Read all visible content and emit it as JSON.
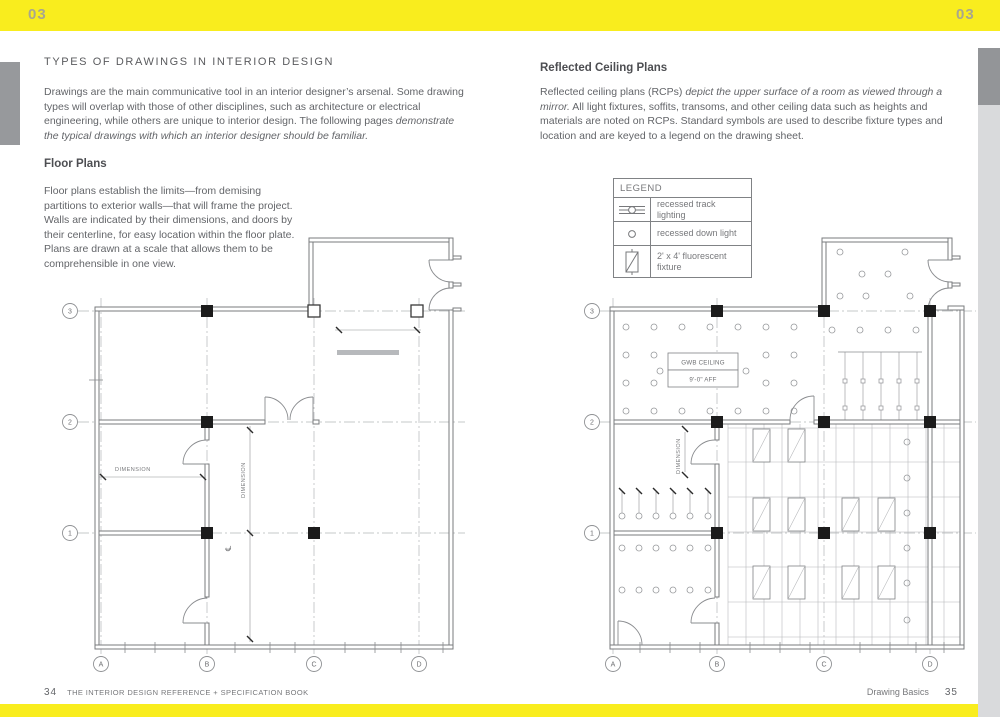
{
  "header": {
    "chapter_left": "03",
    "chapter_right": "03"
  },
  "colors": {
    "accent_yellow": "#F9ED1E",
    "tab_gray": "#97999c",
    "edge_gray": "#d9dadc",
    "body_text": "#636569",
    "plan_line": "#8a8c8f"
  },
  "left_page": {
    "section_title": "TYPES OF DRAWINGS IN INTERIOR DESIGN",
    "intro_normal": "Drawings are the main communicative tool in an interior designer’s arsenal. Some drawing types will overlap with those of other disciplines, such as architecture or electrical engineering, while others are unique to interior design. The following pages ",
    "intro_italic": "demonstrate the typical drawings with which an interior designer should be familiar.",
    "subsection_title": "Floor Plans",
    "body": "Floor plans establish the limits—from demising partitions to exterior walls—that will frame the project. Walls are indicated by their dimensions, and doors by their centerline, for easy location within the floor plate. Plans are drawn at a scale that allows them to be comprehensible in one view.",
    "plan": {
      "grid_rows": [
        "3",
        "2",
        "1"
      ],
      "grid_cols": [
        "A",
        "B",
        "C",
        "D"
      ],
      "dim_h": "DIMENSION",
      "dim_v": "DIMENSION",
      "centerline": "℄"
    },
    "footer_page": "34",
    "footer_title": "THE INTERIOR DESIGN REFERENCE + SPECIFICATION BOOK"
  },
  "right_page": {
    "section_title": "Reflected Ceiling Plans",
    "intro_normal1": "Reflected ceiling plans (RCPs) ",
    "intro_italic": "depict the upper surface of a room as viewed through a mirror.",
    "intro_normal2": " All light fixtures, soffits, transoms, and other ceiling data such as heights and materials are noted on RCPs. Standard symbols are used to describe fixture types and location and are keyed to a legend on the drawing sheet.",
    "legend": {
      "title": "LEGEND",
      "rows": [
        {
          "symbol": "track-lighting",
          "label": "recessed track lighting"
        },
        {
          "symbol": "down-light",
          "label": "recessed down light"
        },
        {
          "symbol": "fluorescent",
          "label": "2' x 4' fluorescent fixture"
        }
      ]
    },
    "plan": {
      "grid_rows": [
        "3",
        "2",
        "1"
      ],
      "grid_cols": [
        "A",
        "B",
        "C",
        "D"
      ],
      "ceiling_tag_line1": "GWB CEILING",
      "ceiling_tag_line2": "9'-0\" AFF",
      "dim_v": "DIMENSION"
    },
    "footer_section": "Drawing Basics",
    "footer_page": "35"
  }
}
